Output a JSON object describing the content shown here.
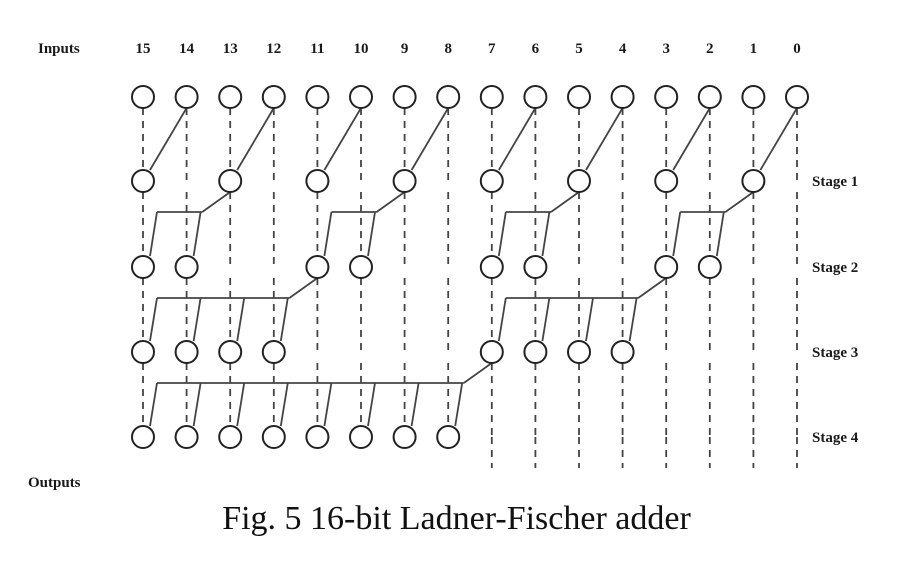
{
  "labels": {
    "inputs": "Inputs",
    "outputs": "Outputs"
  },
  "columns": [
    "15",
    "14",
    "13",
    "12",
    "11",
    "10",
    "9",
    "8",
    "7",
    "6",
    "5",
    "4",
    "3",
    "2",
    "1",
    "0"
  ],
  "stages": [
    "Stage 1",
    "Stage 2",
    "Stage 3",
    "Stage 4"
  ],
  "caption": "Fig. 5 16-bit Ladner-Fischer adder",
  "network": {
    "input_nodes": [
      15,
      14,
      13,
      12,
      11,
      10,
      9,
      8,
      7,
      6,
      5,
      4,
      3,
      2,
      1,
      0
    ],
    "stage_nodes": [
      [
        15,
        13,
        11,
        9,
        7,
        5,
        3,
        1
      ],
      [
        15,
        14,
        11,
        10,
        7,
        6,
        3,
        2
      ],
      [
        15,
        14,
        13,
        12,
        7,
        6,
        5,
        4
      ],
      [
        15,
        14,
        13,
        12,
        11,
        10,
        9,
        8
      ]
    ],
    "stage_sources": [
      1,
      2,
      4,
      8
    ]
  },
  "colors": {
    "line": "#444444",
    "node_stroke": "#222222",
    "node_fill": "#ffffff",
    "text": "#1a1a1a"
  }
}
